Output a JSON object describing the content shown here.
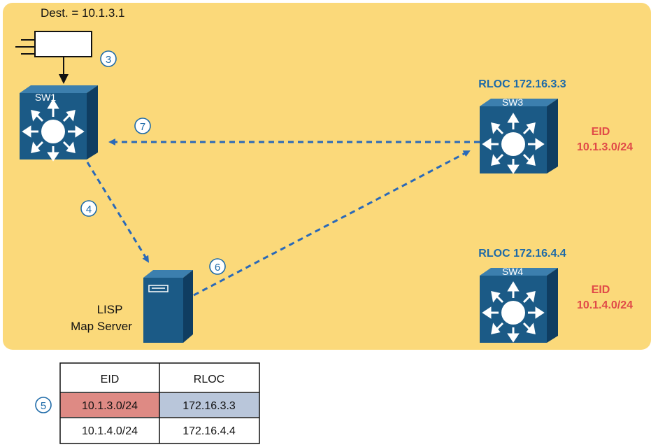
{
  "packet": {
    "label": "Dest. = 10.1.3.1"
  },
  "steps": {
    "s3": "3",
    "s4": "4",
    "s5": "5",
    "s6": "6",
    "s7": "7"
  },
  "switches": {
    "sw1": {
      "name": "SW1"
    },
    "sw3": {
      "name": "SW3",
      "rloc": "RLOC 172.16.3.3",
      "eid_title": "EID",
      "eid": "10.1.3.0/24"
    },
    "sw4": {
      "name": "SW4",
      "rloc": "RLOC 172.16.4.4",
      "eid_title": "EID",
      "eid": "10.1.4.0/24"
    }
  },
  "map_server": {
    "line1": "LISP",
    "line2": "Map Server"
  },
  "mapping_table": {
    "headers": [
      "EID",
      "RLOC"
    ],
    "rows": [
      [
        "10.1.3.0/24",
        "172.16.3.3"
      ],
      [
        "10.1.4.0/24",
        "172.16.4.4"
      ]
    ]
  },
  "colors": {
    "background": "#fbd97a",
    "switch_front": "#1b5a86",
    "switch_top": "#3c7fae",
    "switch_side": "#0f3d61",
    "arrow": "#2a69b8",
    "rloc_text": "#1d6aa8",
    "eid_text": "#e04a48",
    "eid_cell": "#de8a84",
    "rloc_cell": "#b9c6da"
  }
}
